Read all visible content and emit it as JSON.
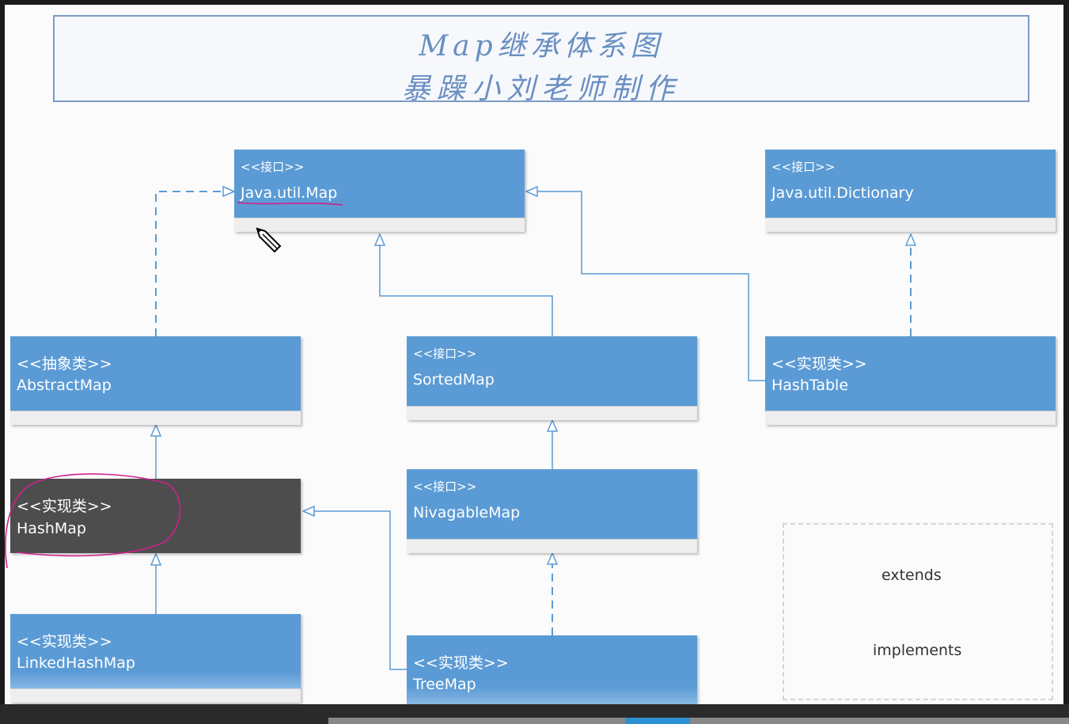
{
  "title": {
    "line1": "Map继承体系图",
    "line2": "暴躁小刘老师制作"
  },
  "nodes": {
    "map": {
      "stereotype": "<<接口>>",
      "name": "Java.util.Map"
    },
    "dictionary": {
      "stereotype": "<<接口>>",
      "name": "Java.util.Dictionary"
    },
    "abstract_map": {
      "stereotype": "<<抽象类>>",
      "name": "AbstractMap"
    },
    "sorted_map": {
      "stereotype": "<<接口>>",
      "name": "SortedMap"
    },
    "hashtable": {
      "stereotype": "<<实现类>>",
      "name": "HashTable"
    },
    "hash_map": {
      "stereotype": "<<实现类>>",
      "name": "HashMap"
    },
    "navigable_map": {
      "stereotype": "<<接口>>",
      "name": "NivagableMap"
    },
    "linked_hash_map": {
      "stereotype": "<<实现类>>",
      "name": "LinkedHashMap"
    },
    "tree_map": {
      "stereotype": "<<实现类>>",
      "name": "TreeMap"
    }
  },
  "legend": {
    "extends_label": "extends",
    "implements_label": "implements"
  },
  "colors": {
    "box_fill": "#5b9bd5",
    "highlight_box_fill": "#4d4d4d",
    "line": "#5b9bd5",
    "annotation": "#d0218a"
  },
  "icons": {
    "cursor": "pencil-cursor-icon"
  }
}
